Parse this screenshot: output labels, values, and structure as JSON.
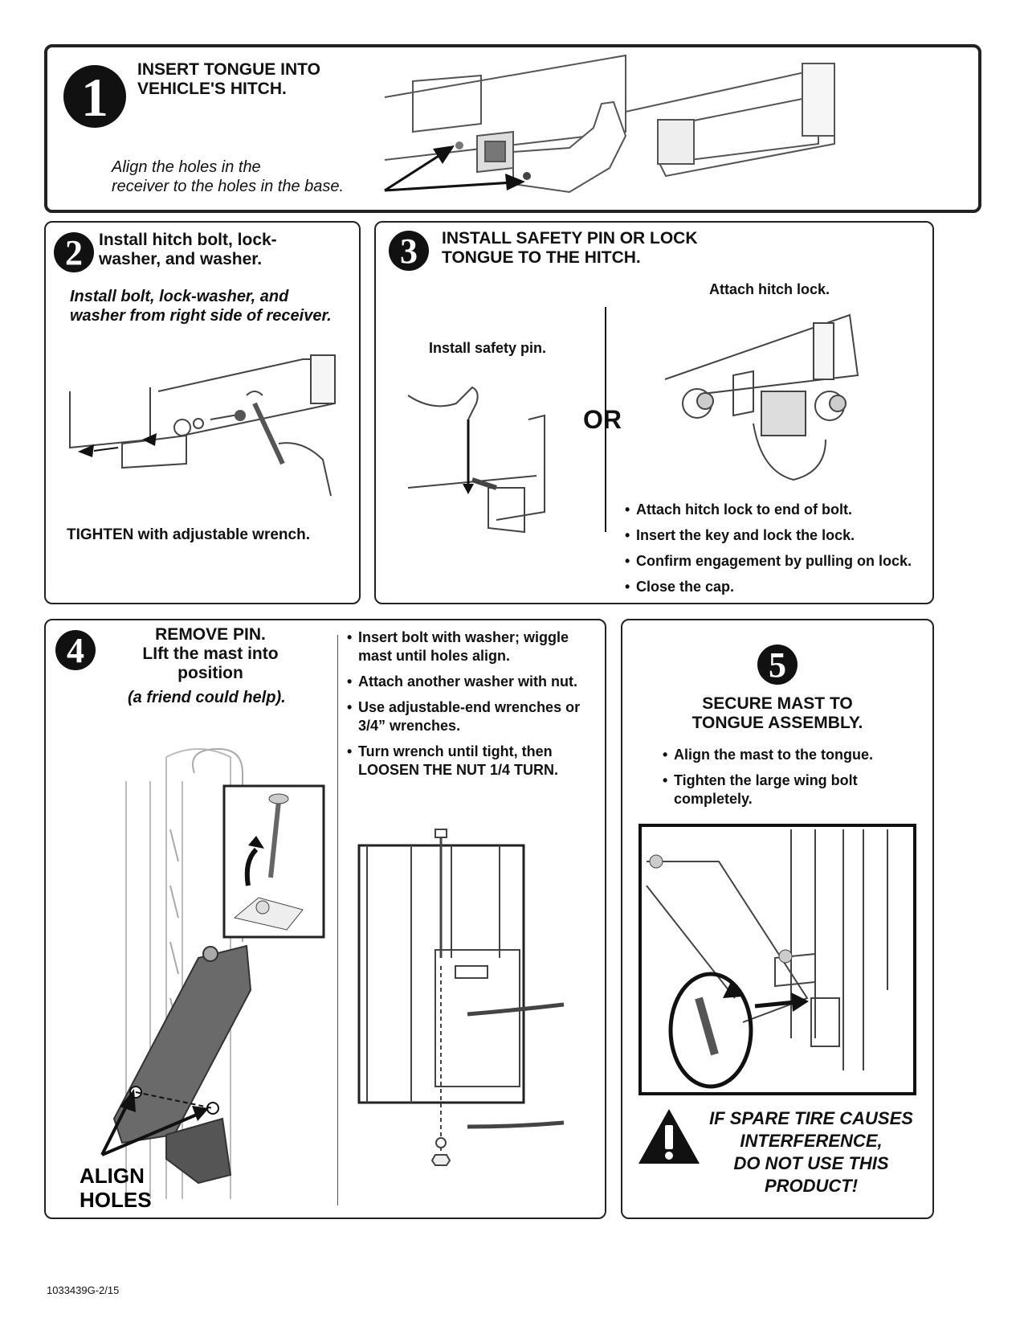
{
  "step1": {
    "number": "1",
    "title_line1": "INSERT TONGUE INTO",
    "title_line2": "VEHICLE'S HITCH.",
    "caption_line1": "Align the holes in the",
    "caption_line2": "receiver to the holes in the base."
  },
  "step2": {
    "number": "2",
    "title_line1": "Install hitch bolt, lock-",
    "title_line2": "washer, and washer.",
    "instruction_line1": "Install bolt, lock-washer, and",
    "instruction_line2": "washer from right side of receiver.",
    "tighten": "TIGHTEN  with adjustable wrench."
  },
  "step3": {
    "number": "3",
    "title_line1": "INSTALL SAFETY PIN OR LOCK",
    "title_line2": "TONGUE TO THE HITCH.",
    "safety_pin_label": "Install safety pin.",
    "or_label": "OR",
    "hitch_lock_label": "Attach hitch lock.",
    "bullets": [
      "Attach hitch lock to end of bolt.",
      "Insert the key and lock the lock.",
      "Confirm engagement by pulling on lock.",
      "Close the cap."
    ]
  },
  "step4": {
    "number": "4",
    "title_line1": "REMOVE PIN.",
    "title_line2": "LIft the mast into",
    "title_line3": "position",
    "note": "(a friend could help).",
    "align_line1": "ALIGN",
    "align_line2": "HOLES",
    "bullets": [
      "Insert bolt with washer; wiggle mast until holes align.",
      "Attach another washer with nut.",
      "Use adjustable-end wrenches or 3/4” wrenches.",
      "Turn wrench until tight, then LOOSEN THE NUT 1/4 TURN."
    ]
  },
  "step5": {
    "number": "5",
    "title_line1": "SECURE MAST TO",
    "title_line2": "TONGUE ASSEMBLY.",
    "bullets": [
      "Align the mast to the tongue.",
      "Tighten the large wing bolt completely."
    ],
    "warning_line1": "IF SPARE TIRE CAUSES",
    "warning_line2": "INTERFERENCE,",
    "warning_line3": "DO NOT USE THIS",
    "warning_line4": "PRODUCT!",
    "warning_icon": "warning-triangle-icon"
  },
  "footer": {
    "part_number": "1033439G-2/15"
  }
}
